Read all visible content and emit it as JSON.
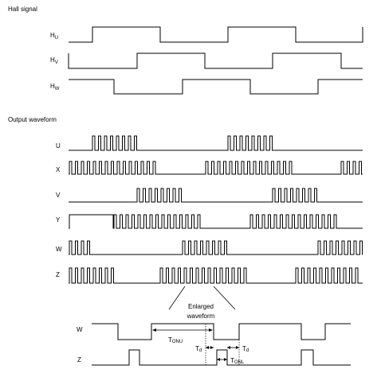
{
  "sections": {
    "hall_title": "Hall signal",
    "output_title": "Output waveform"
  },
  "hall_signals": [
    {
      "base": "H",
      "sub": "U"
    },
    {
      "base": "H",
      "sub": "V"
    },
    {
      "base": "H",
      "sub": "W"
    }
  ],
  "output_signals": [
    "U",
    "X",
    "V",
    "Y",
    "W",
    "Z"
  ],
  "enlarged": {
    "caption_line1": "Enlarged",
    "caption_line2": "waveform",
    "row_labels": [
      "W",
      "Z"
    ],
    "tonu": {
      "base": "T",
      "sub": "ONU"
    },
    "tonl": {
      "base": "T",
      "sub": "ONL"
    },
    "td": {
      "base": "T",
      "sub": "d"
    }
  }
}
